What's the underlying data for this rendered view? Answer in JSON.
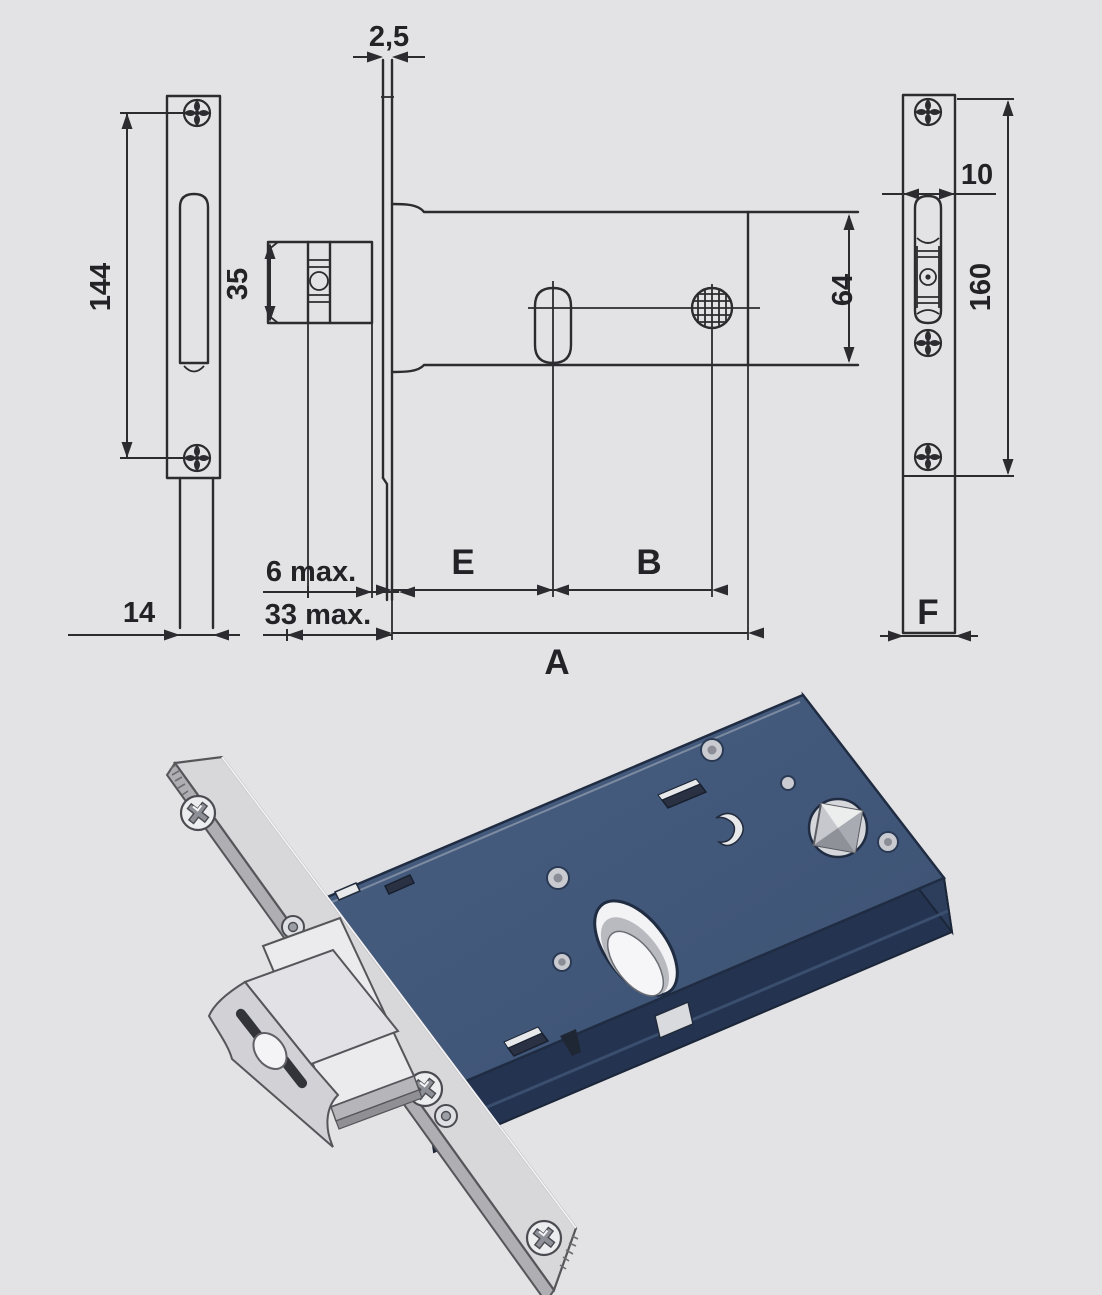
{
  "drawing": {
    "dimensions": {
      "plate_thickness": "2,5",
      "screw_distance": "144",
      "follower_box_height": "35",
      "latch_projection": "6 max.",
      "latch_total_projection": "33 max.",
      "case_depth": "14",
      "backset_e": "E",
      "cylinder_to_follower_b": "B",
      "total_length_a": "A",
      "case_height": "64",
      "edge_margin": "10",
      "faceplate_length": "160",
      "faceplate_width_f": "F"
    }
  },
  "colors": {
    "background": "#e3e2e4",
    "drawing_line": "#2c2c30",
    "lock_body_blue": "#44597a",
    "lock_body_blue_dark": "#2c3e5c",
    "lock_body_blue_darker": "#243350",
    "metal_light": "#dcdcdf",
    "metal_mid": "#c6c6cb",
    "hole_white": "#f3f3f5"
  }
}
